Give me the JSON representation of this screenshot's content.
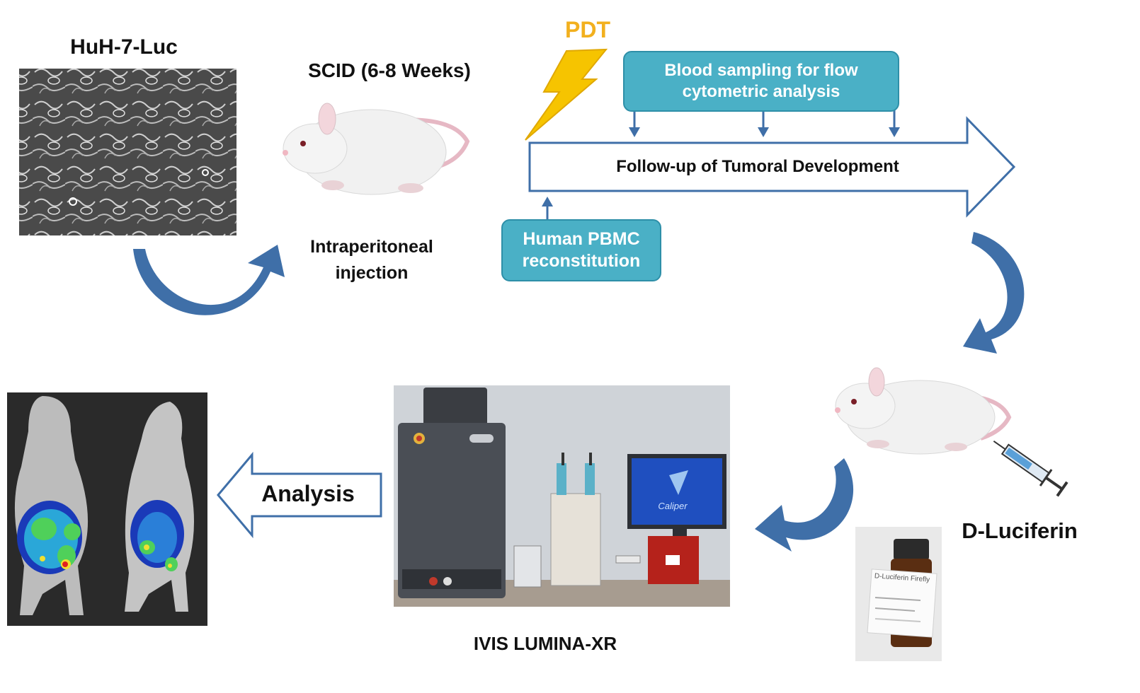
{
  "labels": {
    "cell_line": "HuH-7-Luc",
    "mouse_model": "SCID (6-8 Weeks)",
    "injection_line1": "Intraperitoneal",
    "injection_line2": "injection",
    "treatment": "PDT",
    "followup": "Follow-up of Tumoral Development",
    "substrate": "D-Luciferin",
    "imager": "IVIS LUMINA-XR",
    "analysis": "Analysis",
    "monitor_brand": "Caliper",
    "vial_label": "D-Luciferin Firefly"
  },
  "boxes": {
    "blood_line1": "Blood sampling for flow",
    "blood_line2": "cytometric analysis",
    "pbmc_line1": "Human PBMC",
    "pbmc_line2": "reconstitution"
  },
  "colors": {
    "flow_arrow": "#3f6fa8",
    "box_fill": "#4ab0c6",
    "box_border": "#2e8fa8",
    "pdt_text": "#f2b01e",
    "lightning": "#f6c400"
  }
}
